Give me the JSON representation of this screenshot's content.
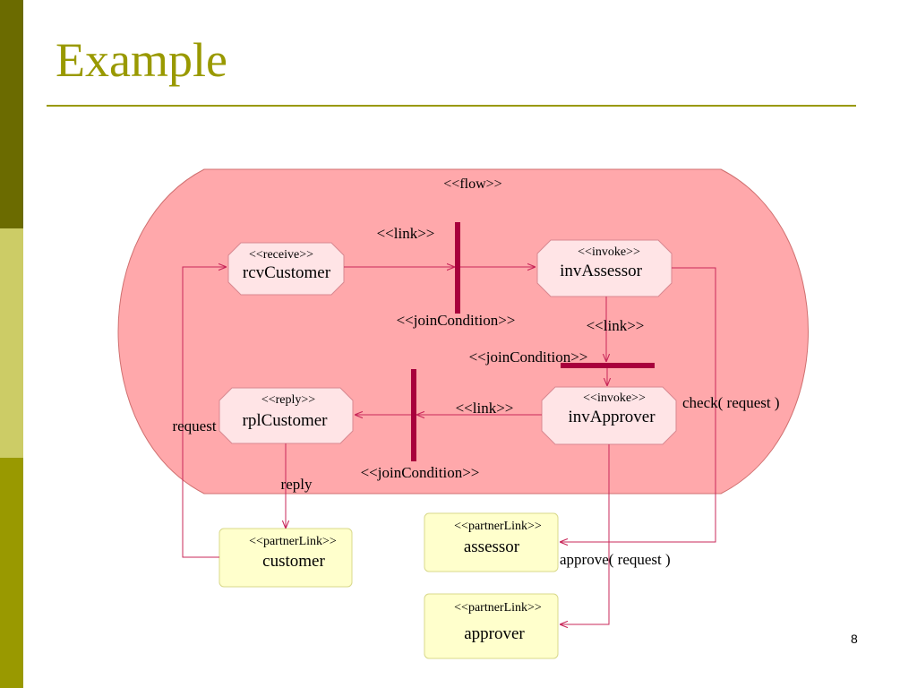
{
  "slide": {
    "title": "Example",
    "page_number": "8",
    "colors": {
      "accent": "#999900",
      "flow_fill": "#ffa8ab",
      "activity_fill": "#ffe4e6",
      "partner_fill": "#ffffcc",
      "bar_color": "#a8003c",
      "arrow_color": "#c8285a"
    }
  },
  "diagram": {
    "flow_label": "<<flow>>",
    "activities": {
      "rcv": {
        "stereotype": "<<receive>>",
        "name": "rcvCustomer"
      },
      "assessor": {
        "stereotype": "<<invoke>>",
        "name": "invAssessor"
      },
      "approver": {
        "stereotype": "<<invoke>>",
        "name": "invApprover"
      },
      "rpl": {
        "stereotype": "<<reply>>",
        "name": "rplCustomer"
      }
    },
    "partners": {
      "customer": {
        "stereotype": "<<partnerLink>>",
        "name": "customer"
      },
      "assessor": {
        "stereotype": "<<partnerLink>>",
        "name": "assessor"
      },
      "approver": {
        "stereotype": "<<partnerLink>>",
        "name": "approver"
      }
    },
    "links": {
      "link1": "<<link>>",
      "join1": "<<joinCondition>>",
      "link2": "<<link>>",
      "join2": "<<joinCondition>>",
      "link3": "<<link>>",
      "join3": "<<joinCondition>>"
    },
    "messages": {
      "request": "request",
      "reply": "reply",
      "check": "check( request )",
      "approve": "approve( request )"
    }
  }
}
